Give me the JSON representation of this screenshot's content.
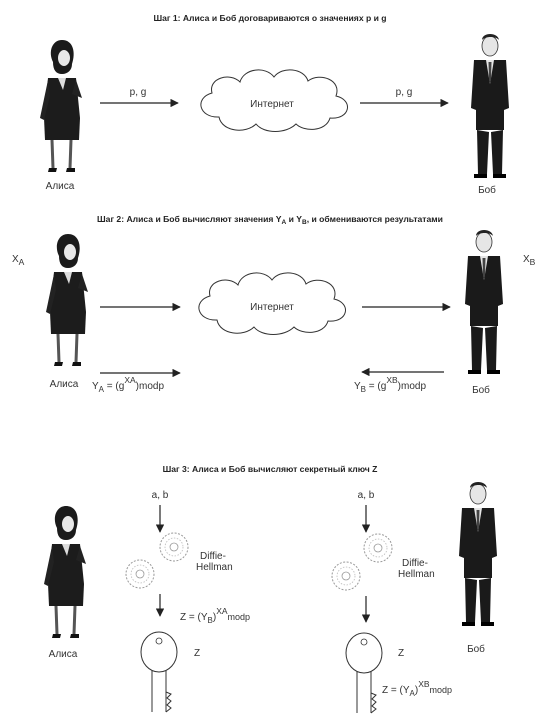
{
  "steps": [
    {
      "title": "Шаг 1: Алиса и Боб договариваются о значениях p и g",
      "cloud": "Интернет",
      "alice": "Алиса",
      "bob": "Боб",
      "arrow_left": "p, g",
      "arrow_right": "p, g"
    },
    {
      "title_main": "Шаг 2: Алиса и Боб вычисляют значения Y",
      "title_sub_a": "A",
      "title_mid": " и Y",
      "title_sub_b": "B",
      "title_end": ", и обмениваются результатами",
      "cloud": "Интернет",
      "alice": "Алиса",
      "bob": "Боб",
      "xa": "X",
      "xa_sub": "A",
      "xb": "X",
      "xb_sub": "B",
      "ya_formula": {
        "y": "Y",
        "sub": "A",
        "eq": " = (g",
        "sup": "XA",
        "tail": ")modp"
      },
      "yb_formula": {
        "y": "Y",
        "sub": "B",
        "eq": " = (g",
        "sup": "XB",
        "tail": ")modp"
      }
    },
    {
      "title": "Шаг 3: Алиса и Боб вычисляют секретный ключ Z",
      "alice": "Алиса",
      "bob": "Боб",
      "ab_left": "a, b",
      "ab_right": "a, b",
      "dh_line1": "Diffie-",
      "dh_line2": "Hellman",
      "z_left": {
        "pre": "Z = (Y",
        "sub": "B",
        "close": ")",
        "sup": "XA",
        "tail": "modp"
      },
      "z_right": {
        "pre": "Z = (Y",
        "sub": "A",
        "close": ")",
        "sup": "XB",
        "tail": "modp"
      },
      "key_label": "Z"
    }
  ]
}
